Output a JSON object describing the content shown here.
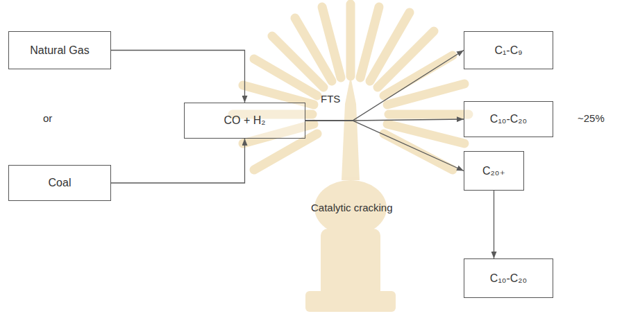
{
  "diagram": {
    "nodes": [
      {
        "text": [
          "Natural Gas"
        ]
      },
      {
        "text": [
          "Coal"
        ]
      },
      {
        "text": [
          "CO + H₂"
        ]
      },
      {
        "text": [
          "C₁-C₉"
        ]
      },
      {
        "text": [
          "C₁₀-C₂₀"
        ]
      },
      {
        "text": [
          "C₂₀₊"
        ]
      },
      {
        "text": [
          "C₁₀-C₂₀"
        ]
      }
    ],
    "edges": [
      {
        "from": 0,
        "to": 2,
        "arrow": "to"
      },
      {
        "from": 1,
        "to": 2,
        "arrow": "to"
      },
      {
        "from": 2,
        "to": 3,
        "arrow": "to"
      },
      {
        "from": 2,
        "to": 4,
        "arrow": "to"
      },
      {
        "from": 2,
        "to": 5,
        "arrow": "to"
      },
      {
        "from": 5,
        "to": 6,
        "arrow": "to"
      }
    ],
    "labels": [
      "or",
      "FTS",
      "~25%",
      "Catalytic cracking"
    ]
  }
}
